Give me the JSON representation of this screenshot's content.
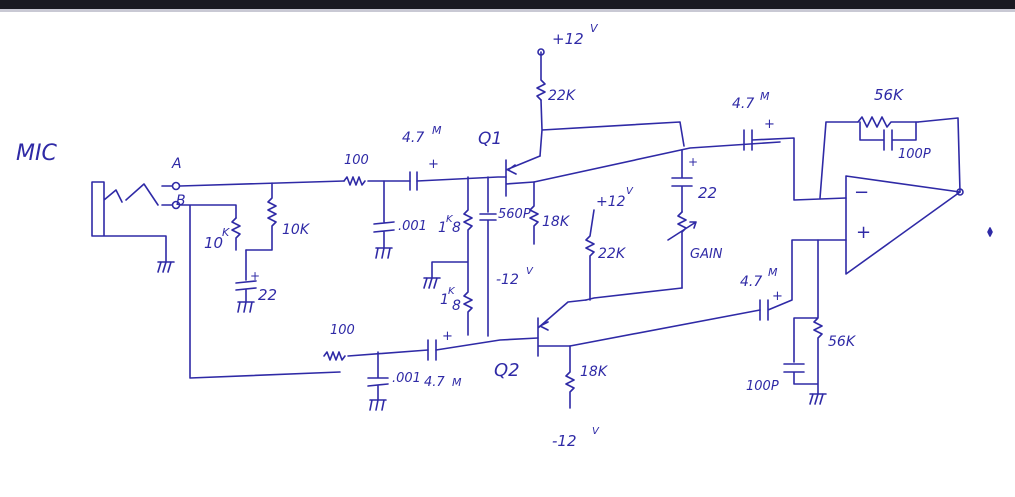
{
  "labels": {
    "mic": "MIC",
    "a": "A",
    "b": "B",
    "top_supply": "+12",
    "top_supply_unit": "V",
    "r_collector_top": "22K",
    "q1": "Q1",
    "q2": "Q2",
    "r_in_top": "100",
    "c_in_top": "4.7",
    "c_in_top_unit": "M",
    "r_in_bot": "100",
    "c_in_bot": "4.7",
    "c_in_bot_unit": "M",
    "r_10k_left": "10",
    "r_10k_left_unit": "K",
    "r_10k_right": "10K",
    "c_22_left": "22",
    "c_001_top": ".001",
    "c_001_bot": ".001",
    "r_1k8_top": "1",
    "r_1k8_top_unit": "K",
    "r_1k8_top_digit": "8",
    "r_1k8_bot": "1",
    "r_1k8_bot_unit": "K",
    "r_1k8_bot_digit": "8",
    "c_560p": "560P",
    "r_18k_q1": "18K",
    "neg_supply_q1": "-12",
    "neg_supply_q1_unit": "V",
    "mid_supply": "+12",
    "mid_supply_unit": "V",
    "r_22k_mid": "22K",
    "c_22_gain": "22",
    "gain": "GAIN",
    "r_18k_q2": "18K",
    "neg_supply_bot": "-12",
    "neg_supply_bot_unit": "V",
    "c_out_top": "4.7",
    "c_out_top_unit": "M",
    "c_out_bot": "4.7",
    "c_out_bot_unit": "M",
    "r_feedback": "56K",
    "c_feedback": "100P",
    "r_ground": "56K",
    "c_ground": "100P",
    "opamp_minus": "−",
    "opamp_plus": "+",
    "plus": "+"
  },
  "colors": {
    "ink": "#2f2aa6",
    "paper": "#ffffff",
    "bar": "#1a1a22"
  }
}
